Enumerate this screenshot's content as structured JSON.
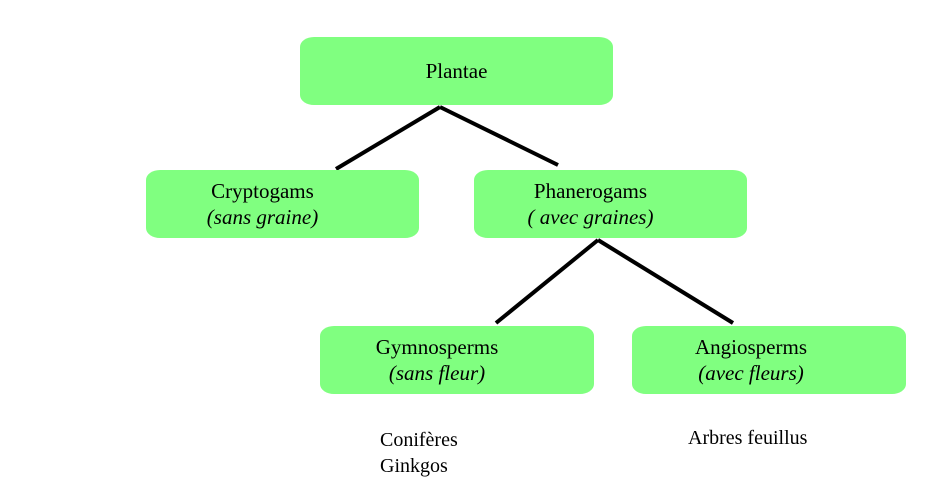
{
  "nodes": {
    "plantae": {
      "title": "Plantae"
    },
    "cryptogams": {
      "title": "Cryptogams",
      "subtitle": "(sans graine)"
    },
    "phanerogams": {
      "title": "Phanerogams",
      "subtitle": "( avec graines)"
    },
    "gymnosperms": {
      "title": "Gymnosperms",
      "subtitle": "(sans fleur)"
    },
    "angiosperms": {
      "title": "Angiosperms",
      "subtitle": "(avec fleurs)"
    }
  },
  "examples": {
    "gymnosperms": [
      "Conifères",
      "Ginkgos"
    ],
    "angiosperms": [
      "Arbres feuillus"
    ]
  },
  "colors": {
    "node_fill": "#80ff80",
    "connector": "#000000"
  }
}
